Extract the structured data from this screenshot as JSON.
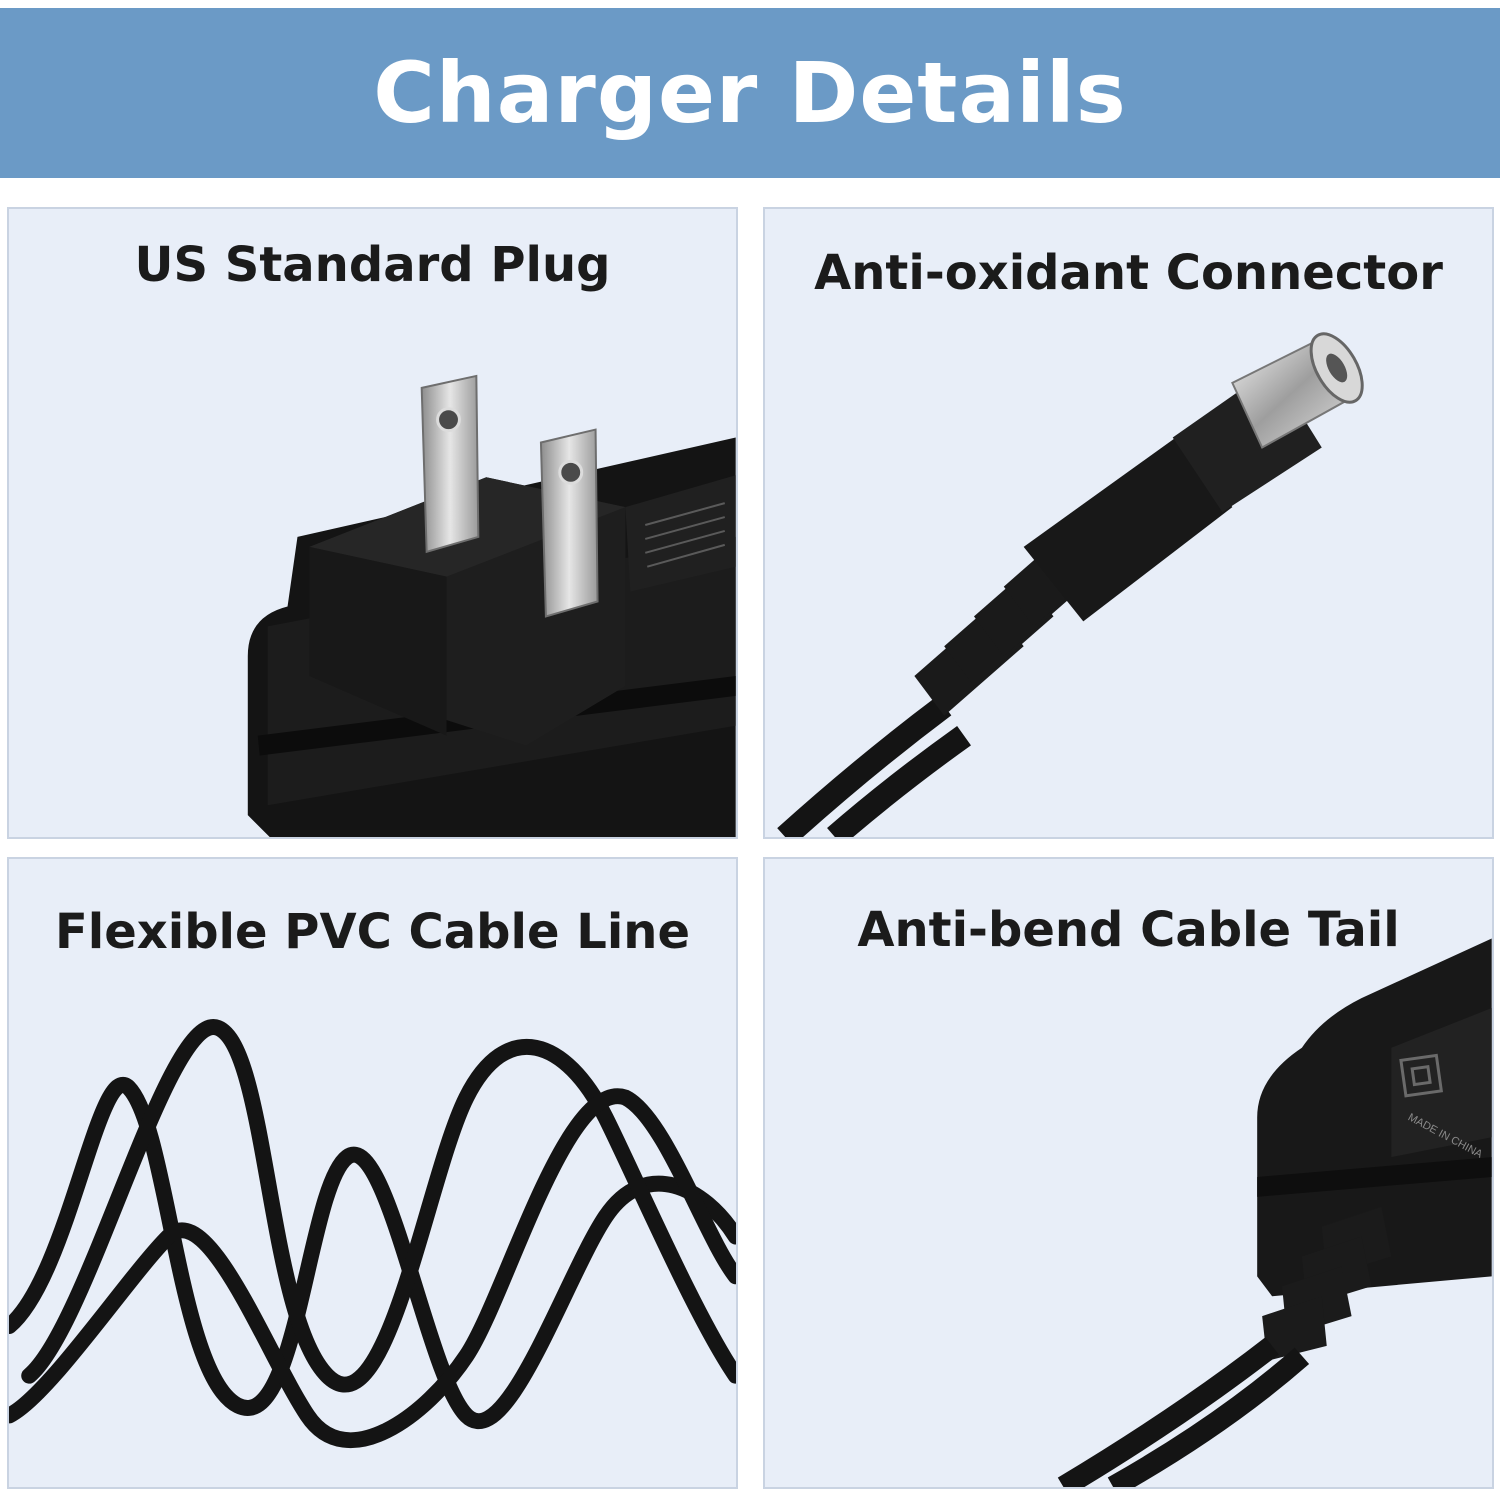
{
  "banner": {
    "title": "Charger Details"
  },
  "panels": [
    {
      "caption": "US Standard Plug",
      "image": "us-plug-adapter"
    },
    {
      "caption": "Anti-oxidant Connector",
      "image": "dc-barrel-connector"
    },
    {
      "caption": "Flexible PVC Cable Line",
      "image": "coiled-cable"
    },
    {
      "caption": "Anti-bend Cable Tail",
      "image": "adapter-cable-strain-relief"
    }
  ],
  "label_text": {
    "made_in": "MADE IN CHINA"
  },
  "colors": {
    "banner": "#6b9ac6",
    "panel_bg": "#e8eef8",
    "panel_border": "#c9d3e2",
    "product": "#161616",
    "metal": "#c8c8c8"
  }
}
